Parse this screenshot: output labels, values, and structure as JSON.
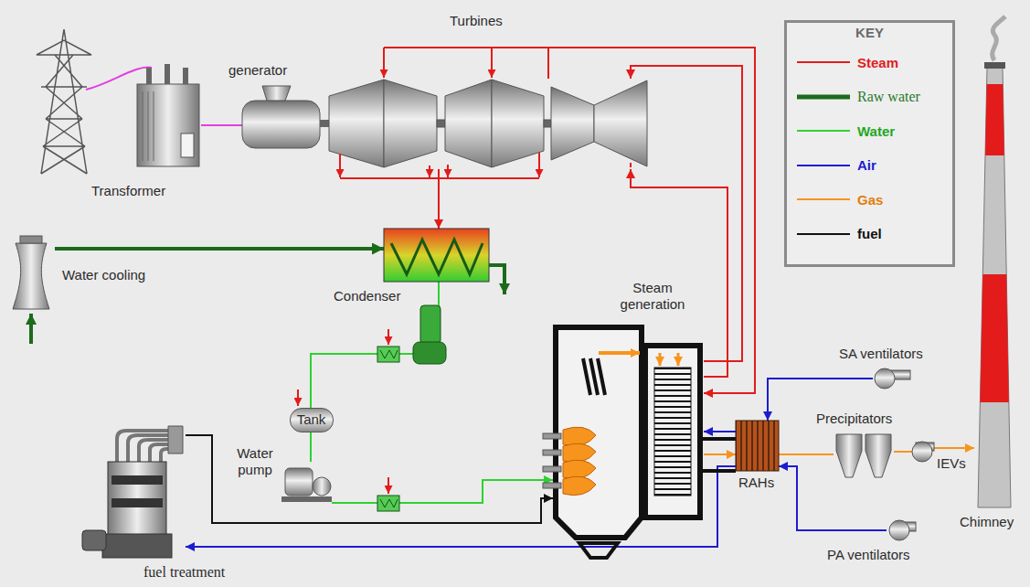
{
  "diagram": {
    "nodes": [
      {
        "text": [
          "Turbines"
        ]
      },
      {
        "text": [
          "generator"
        ]
      },
      {
        "text": [
          "Transformer"
        ]
      },
      {
        "text": [
          "Water cooling"
        ]
      },
      {
        "text": [
          "Condenser"
        ]
      },
      {
        "text": [
          "Steam generation"
        ]
      },
      {
        "text": [
          "SA ventilators"
        ]
      },
      {
        "text": [
          "Precipitators"
        ]
      },
      {
        "text": [
          "Tank"
        ]
      },
      {
        "text": [
          "Water pump"
        ]
      },
      {
        "text": [
          "RAHs"
        ]
      },
      {
        "text": [
          "IEVs"
        ]
      },
      {
        "text": [
          "Chimney"
        ]
      },
      {
        "text": [
          "PA ventilators"
        ]
      },
      {
        "text": [
          "fuel treatment"
        ]
      }
    ],
    "edges": [
      {
        "from": 1,
        "to": 2,
        "arrow": "none"
      },
      {
        "from": 0,
        "to": 4,
        "arrow": "to"
      },
      {
        "from": 3,
        "to": 4,
        "arrow": "to"
      },
      {
        "from": 4,
        "to": 8,
        "arrow": "none"
      },
      {
        "from": 8,
        "to": 9,
        "arrow": "none"
      },
      {
        "from": 9,
        "to": 5,
        "arrow": "to"
      },
      {
        "from": 14,
        "to": 5,
        "arrow": "to"
      },
      {
        "from": 5,
        "to": 0,
        "arrow": "to"
      },
      {
        "from": 5,
        "to": 0,
        "arrow": "to"
      },
      {
        "from": 0,
        "to": 5,
        "arrow": "to"
      },
      {
        "from": 5,
        "to": 10,
        "arrow": "to"
      },
      {
        "from": 10,
        "to": 5,
        "arrow": "to"
      },
      {
        "from": 10,
        "to": 7,
        "arrow": "none"
      },
      {
        "from": 7,
        "to": 11,
        "arrow": "none"
      },
      {
        "from": 11,
        "to": 12,
        "arrow": "to"
      },
      {
        "from": 6,
        "to": 10,
        "arrow": "to"
      },
      {
        "from": 13,
        "to": 10,
        "arrow": "to"
      },
      {
        "from": 10,
        "to": 14,
        "arrow": "to"
      }
    ],
    "labels": [
      "KEY"
    ],
    "legend": [
      {
        "text": "Steam"
      },
      {
        "text": "Raw water"
      },
      {
        "text": "Water"
      },
      {
        "text": "Air"
      },
      {
        "text": "Gas"
      },
      {
        "text": "fuel"
      }
    ]
  }
}
